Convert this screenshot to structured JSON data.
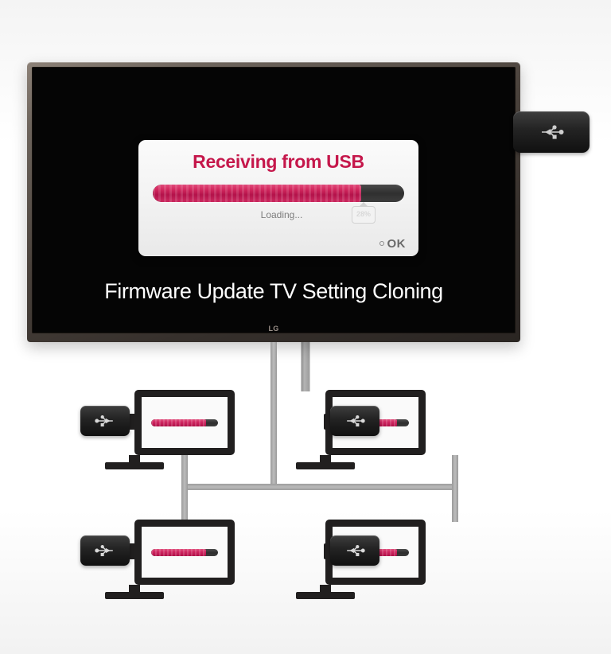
{
  "page": {
    "background_color": "#ffffff",
    "title": "Firmware Update TV Setting Cloning"
  },
  "tv": {
    "caption": "Firmware Update TV Setting Cloning",
    "brand_logo": "LG",
    "bezel_color": "#4a423c",
    "screen_color": "#050505"
  },
  "osd": {
    "title": "Receiving from USB",
    "title_color": "#c5174b",
    "status_text": "Loading...",
    "percent_badge": "28%",
    "confirm_label": "OK",
    "progress": {
      "percent": 83,
      "fill_color": "#c5174b",
      "track_color": "#333333"
    }
  },
  "usb_stick_top": {
    "icon": "usb-icon",
    "body_color": "#1c1c1c",
    "orientation": "right"
  },
  "network": {
    "wire_color": "#a8a8a8",
    "nodes": [
      {
        "id": "node-top-left",
        "position": "top-left",
        "usb_side": "left",
        "usb_icon": "usb-icon",
        "progress_percent": 82
      },
      {
        "id": "node-top-right",
        "position": "top-right",
        "usb_side": "right",
        "usb_icon": "usb-icon",
        "progress_percent": 82
      },
      {
        "id": "node-bottom-left",
        "position": "bottom-left",
        "usb_side": "left",
        "usb_icon": "usb-icon",
        "progress_percent": 82
      },
      {
        "id": "node-bottom-right",
        "position": "bottom-right",
        "usb_side": "right",
        "usb_icon": "usb-icon",
        "progress_percent": 82
      }
    ]
  }
}
